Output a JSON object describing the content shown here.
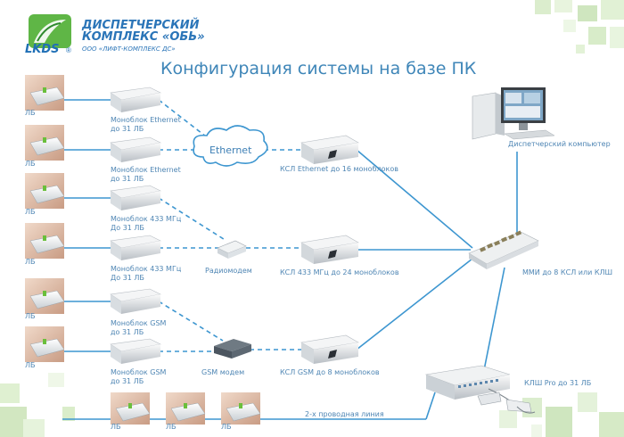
{
  "brand": {
    "logo_letters": "LKDS",
    "registered": "®",
    "title_line1": "ДИСПЕТЧЕРСКИЙ",
    "title_line2": "КОМПЛЕКС «ОБЬ»",
    "company": "ООО «ЛИФТ-КОМПЛЕКС ДС»"
  },
  "heading": "Конфигурация системы на базе ПК",
  "lb_label": "ЛБ",
  "blocks": [
    {
      "line1": "Моноблок Ethernet",
      "line2": "до 31 ЛБ"
    },
    {
      "line1": "Моноблок Ethernet",
      "line2": "до 31 ЛБ"
    },
    {
      "line1": "Моноблок 433 МГц",
      "line2": "До 31 ЛБ"
    },
    {
      "line1": "Моноблок 433 МГц",
      "line2": "До 31 ЛБ"
    },
    {
      "line1": "Моноблок GSM",
      "line2": "до 31 ЛБ"
    },
    {
      "line1": "Моноблок GSM",
      "line2": "до 31 ЛБ"
    }
  ],
  "network": {
    "ethernet": "Ethernet",
    "radiomodem": "Радиомодем",
    "gsm_modem": "GSM модем",
    "two_wire": "2-х проводная линия"
  },
  "ksl": {
    "ethernet": "КСЛ Ethernet до 16 моноблоков",
    "radio": "КСЛ 433 МГц до 24 моноблоков",
    "gsm": "КСЛ GSM до 8 моноблоков"
  },
  "computer": "Диспетчерский компьютер",
  "mmi": "ММИ до 8 КСЛ или КЛШ",
  "klsh": "КЛШ Pro до 31 ЛБ",
  "colors": {
    "line": "#3d96d0",
    "text": "#4f86b4",
    "accent": "#7cc242"
  }
}
